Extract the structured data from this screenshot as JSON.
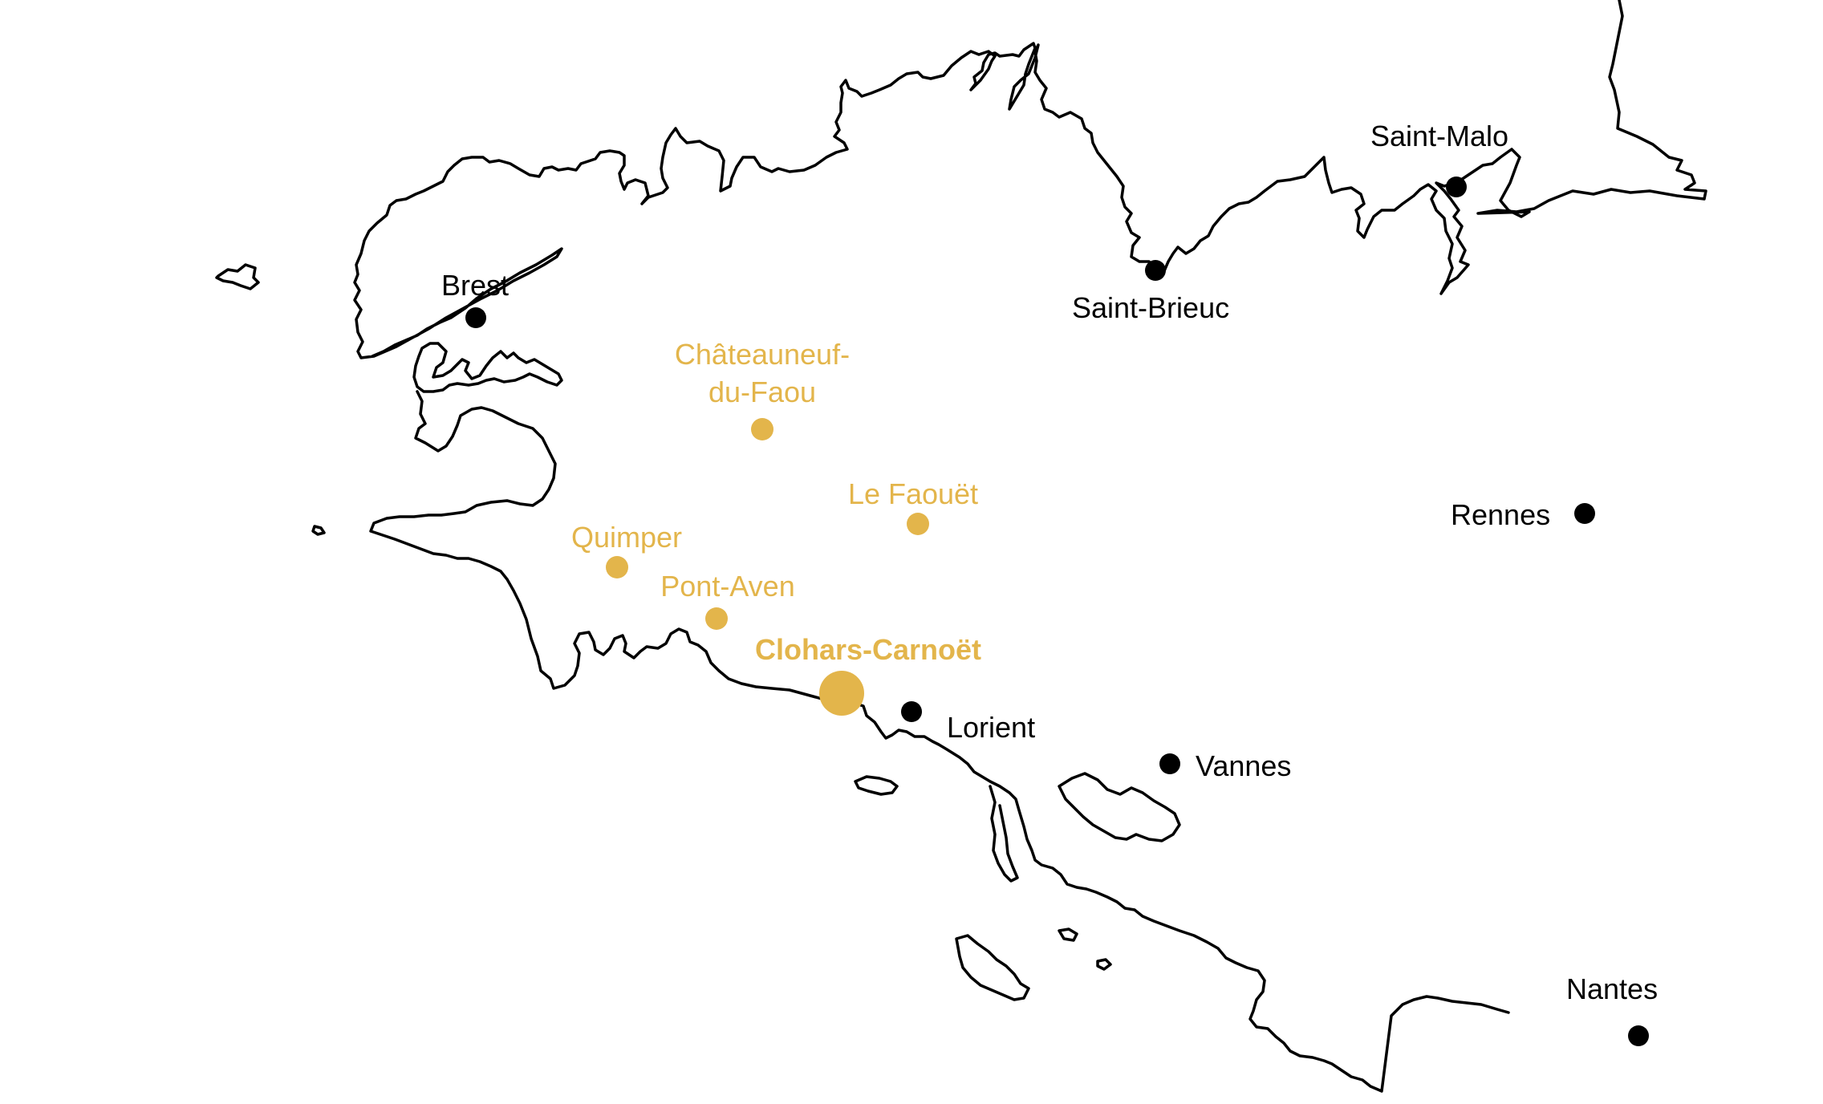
{
  "colors": {
    "major_city": "#000000",
    "featured_town": "#e3b54b",
    "coastline": "#000000",
    "background": "#ffffff"
  },
  "cities": {
    "brest": "Brest",
    "saint_brieuc": "Saint-Brieuc",
    "saint_malo": "Saint-Malo",
    "rennes": "Rennes",
    "lorient": "Lorient",
    "vannes": "Vannes",
    "nantes": "Nantes"
  },
  "featured_towns": {
    "chateauneuf_line1": "Châteauneuf-",
    "chateauneuf_line2": "du-Faou",
    "le_faouet": "Le Faouët",
    "quimper": "Quimper",
    "pont_aven": "Pont-Aven",
    "clohars_carnoet": "Clohars-Carnoët"
  },
  "highlighted_town": "Clohars-Carnoët"
}
